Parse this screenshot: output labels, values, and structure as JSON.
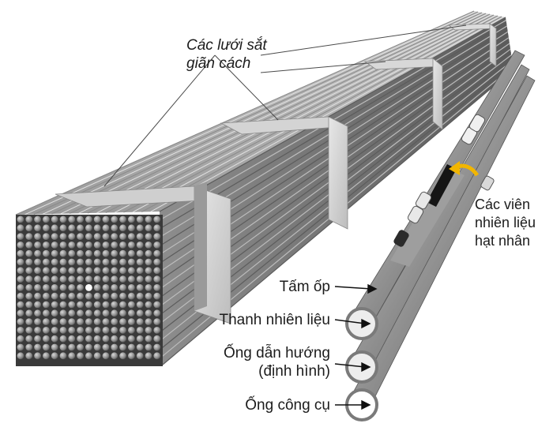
{
  "labels": {
    "spacer_grids": [
      "Các lưới sắt",
      "giãn cách"
    ],
    "fuel_pellets": [
      "Các viên",
      "nhiên liệu",
      "hạt nhân"
    ],
    "cladding": "Tấm ốp",
    "fuel_rod": "Thanh nhiên liệu",
    "guide_tube": [
      "Ống dẫn hướng",
      "(định hình)"
    ],
    "instrument_tube": "Ống công cụ"
  },
  "colors": {
    "rod_dark": "#4a4a4a",
    "rod_mid": "#8c8c8c",
    "rod_light": "#cfcfcf",
    "grid_face": "#dedede",
    "grid_side": "#a9a9a9",
    "arrow": "#f2b600",
    "pellet_gap": "#151515"
  },
  "icons": [
    "curved-arrow-icon",
    "pellet-icon",
    "leader-line",
    "tube-end-arrow-icon"
  ]
}
